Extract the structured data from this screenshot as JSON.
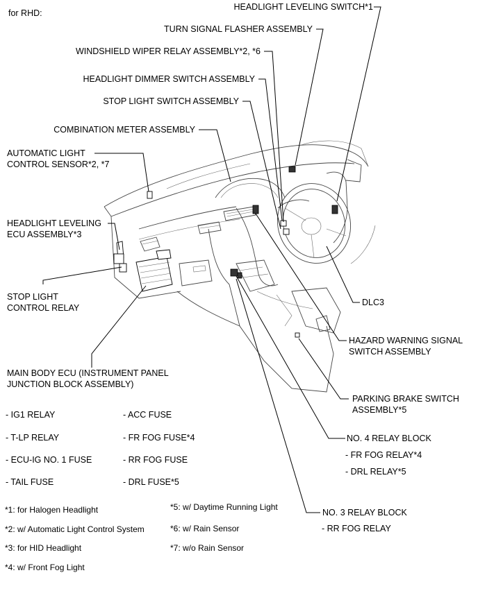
{
  "title": "for RHD:",
  "components": {
    "headlight_leveling_switch": "HEADLIGHT LEVELING SWITCH*1",
    "turn_signal_flasher": "TURN SIGNAL FLASHER ASSEMBLY",
    "windshield_wiper_relay": "WINDSHIELD WIPER RELAY ASSEMBLY*2, *6",
    "headlight_dimmer_switch": "HEADLIGHT DIMMER SWITCH ASSEMBLY",
    "stop_light_switch": "STOP LIGHT SWITCH ASSEMBLY",
    "combination_meter": "COMBINATION METER ASSEMBLY",
    "auto_light_sensor_1": "AUTOMATIC LIGHT",
    "auto_light_sensor_2": "CONTROL SENSOR*2, *7",
    "leveling_ecu_1": "HEADLIGHT LEVELING",
    "leveling_ecu_2": "ECU ASSEMBLY*3",
    "stop_light_relay_1": "STOP LIGHT",
    "stop_light_relay_2": "CONTROL RELAY",
    "dlc3": "DLC3",
    "hazard_switch_1": "HAZARD WARNING SIGNAL",
    "hazard_switch_2": "SWITCH ASSEMBLY",
    "main_body_ecu_1": "MAIN BODY ECU (INSTRUMENT PANEL",
    "main_body_ecu_2": "JUNCTION BLOCK ASSEMBLY)",
    "parking_brake_1": "PARKING BRAKE SWITCH",
    "parking_brake_2": "ASSEMBLY*5",
    "no4_relay_block": "NO. 4 RELAY BLOCK",
    "no3_relay_block": "NO. 3 RELAY BLOCK"
  },
  "main_body_ecu_items_left": [
    "- IG1 RELAY",
    "- T-LP RELAY",
    "- ECU-IG NO. 1 FUSE",
    "- TAIL FUSE"
  ],
  "main_body_ecu_items_right": [
    "- ACC FUSE",
    "- FR FOG FUSE*4",
    "- RR FOG FUSE",
    "- DRL FUSE*5"
  ],
  "no4_relay_items": [
    "- FR FOG RELAY*4",
    "- DRL RELAY*5"
  ],
  "no3_relay_items": [
    "- RR FOG RELAY"
  ],
  "footnotes_left": [
    "*1: for Halogen Headlight",
    "*2: w/ Automatic Light Control System",
    "*3: for HID Headlight",
    "*4: w/ Front Fog Light"
  ],
  "footnotes_right": [
    "*5: w/ Daytime Running Light",
    "*6: w/ Rain Sensor",
    "*7: w/o Rain Sensor"
  ]
}
